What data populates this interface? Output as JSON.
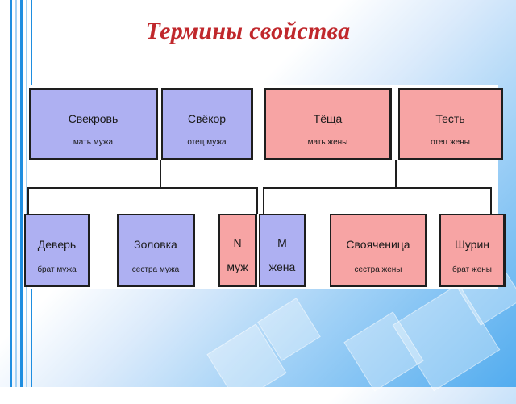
{
  "title": "Термины свойства",
  "colors": {
    "title": "#c0282c",
    "husband_side": "#aeb0f2",
    "wife_side": "#f7a4a4",
    "stripe_dark": "#1f8ee0",
    "stripe_light": "#a6d2f5"
  },
  "top_row": [
    {
      "term": "Свекровь",
      "meaning": "мать мужа",
      "side": "husband"
    },
    {
      "term": "Свёкор",
      "meaning": "отец мужа",
      "side": "husband"
    },
    {
      "term": "Тёща",
      "meaning": "мать жены",
      "side": "wife"
    },
    {
      "term": "Тесть",
      "meaning": "отец жены",
      "side": "wife"
    }
  ],
  "bottom_row": [
    {
      "term": "Деверь",
      "meaning": "брат мужа",
      "side": "husband"
    },
    {
      "term": "Золовка",
      "meaning": "сестра мужа",
      "side": "husband"
    },
    {
      "term": "N",
      "meaning": "муж",
      "side": "wife"
    },
    {
      "term": "M",
      "meaning": "жена",
      "side": "husband"
    },
    {
      "term": "Свояченица",
      "meaning": "сестра жены",
      "side": "wife"
    },
    {
      "term": "Шурин",
      "meaning": "брат жены",
      "side": "wife"
    }
  ]
}
